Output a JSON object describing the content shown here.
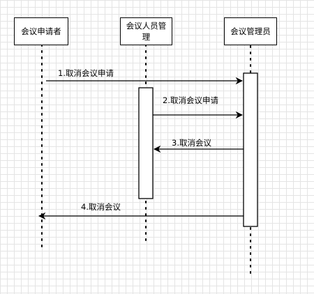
{
  "participants": [
    {
      "id": "applicant",
      "label": "会议申请者"
    },
    {
      "id": "staff_mgmt",
      "label": "会议人员管理"
    },
    {
      "id": "admin",
      "label": "会议管理员"
    }
  ],
  "messages": [
    {
      "label": "1.取消会议申请",
      "from": "applicant",
      "to": "admin",
      "kind": "sync"
    },
    {
      "label": "2.取消会议申请",
      "from": "staff_mgmt",
      "to": "admin",
      "kind": "sync"
    },
    {
      "label": "3.取消会议",
      "from": "admin",
      "to": "staff_mgmt",
      "kind": "sync"
    },
    {
      "label": "4.取消会议",
      "from": "admin",
      "to": "applicant",
      "kind": "sync"
    }
  ],
  "colors": {
    "line": "#000000",
    "grid": "#e4e4e4",
    "box_fill": "#ffffff"
  }
}
